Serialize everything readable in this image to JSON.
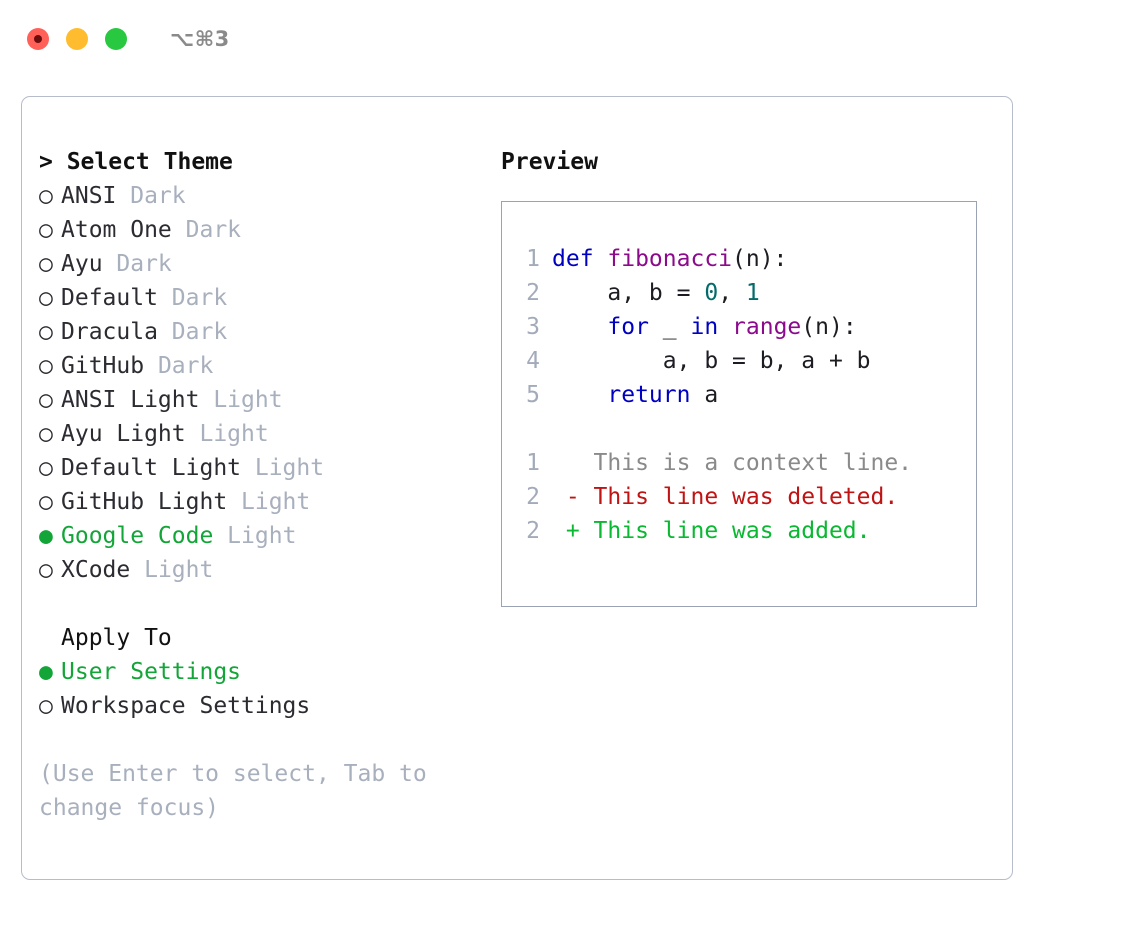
{
  "window": {
    "shortcut": "⌥⌘3",
    "traffic_lights": [
      {
        "name": "close",
        "color": "#ff6058"
      },
      {
        "name": "minimize",
        "color": "#febc2e"
      },
      {
        "name": "maximize",
        "color": "#28c840"
      }
    ]
  },
  "theme_picker": {
    "prompt": "> Select Theme",
    "bullet_selected": "●",
    "bullet_unselected": "○",
    "accent_color": "#13a538",
    "muted_color": "#a8afbd",
    "items": [
      {
        "name": "ANSI",
        "tag": "Dark",
        "selected": false
      },
      {
        "name": "Atom One",
        "tag": "Dark",
        "selected": false
      },
      {
        "name": "Ayu",
        "tag": "Dark",
        "selected": false
      },
      {
        "name": "Default",
        "tag": "Dark",
        "selected": false
      },
      {
        "name": "Dracula",
        "tag": "Dark",
        "selected": false
      },
      {
        "name": "GitHub",
        "tag": "Dark",
        "selected": false
      },
      {
        "name": "ANSI Light",
        "tag": "Light",
        "selected": false
      },
      {
        "name": "Ayu Light",
        "tag": "Light",
        "selected": false
      },
      {
        "name": "Default Light",
        "tag": "Light",
        "selected": false
      },
      {
        "name": "GitHub Light",
        "tag": "Light",
        "selected": false
      },
      {
        "name": "Google Code",
        "tag": "Light",
        "selected": true
      },
      {
        "name": "XCode",
        "tag": "Light",
        "selected": false
      }
    ]
  },
  "apply_to": {
    "heading": "Apply To",
    "items": [
      {
        "name": "User Settings",
        "selected": true
      },
      {
        "name": "Workspace Settings",
        "selected": false
      }
    ]
  },
  "hint": "(Use Enter to select, Tab to change focus)",
  "preview": {
    "title": "Preview",
    "border_color": "#9aa3b3",
    "code_lines": [
      {
        "no": "1",
        "tokens": [
          {
            "t": "def ",
            "c": "kw"
          },
          {
            "t": "fibonacci",
            "c": "fn"
          },
          {
            "t": "(n):",
            "c": "plain"
          }
        ]
      },
      {
        "no": "2",
        "tokens": [
          {
            "t": "    a, b = ",
            "c": "plain"
          },
          {
            "t": "0",
            "c": "num"
          },
          {
            "t": ", ",
            "c": "plain"
          },
          {
            "t": "1",
            "c": "num"
          }
        ]
      },
      {
        "no": "3",
        "tokens": [
          {
            "t": "    ",
            "c": "plain"
          },
          {
            "t": "for",
            "c": "kw"
          },
          {
            "t": " _ ",
            "c": "plain"
          },
          {
            "t": "in",
            "c": "kw"
          },
          {
            "t": " ",
            "c": "plain"
          },
          {
            "t": "range",
            "c": "fn"
          },
          {
            "t": "(n):",
            "c": "plain"
          }
        ]
      },
      {
        "no": "4",
        "tokens": [
          {
            "t": "        a, b = b, a + b",
            "c": "plain"
          }
        ]
      },
      {
        "no": "5",
        "tokens": [
          {
            "t": "    ",
            "c": "plain"
          },
          {
            "t": "return",
            "c": "kw"
          },
          {
            "t": " a",
            "c": "plain"
          }
        ]
      }
    ],
    "diff_lines": [
      {
        "no": "1",
        "marker": " ",
        "text": "This is a context line.",
        "kind": "ctx"
      },
      {
        "no": "2",
        "marker": "-",
        "text": "This line was deleted.",
        "kind": "del"
      },
      {
        "no": "2",
        "marker": "+",
        "text": "This line was added.",
        "kind": "add"
      }
    ],
    "colors": {
      "keyword": "#0000c0",
      "function": "#8c0a8c",
      "number": "#046a6a",
      "plain": "#1c1c22",
      "lineno": "#a3abba",
      "diff_context": "#8a8a8a",
      "diff_deleted": "#c01313",
      "diff_added": "#0ab832"
    }
  }
}
